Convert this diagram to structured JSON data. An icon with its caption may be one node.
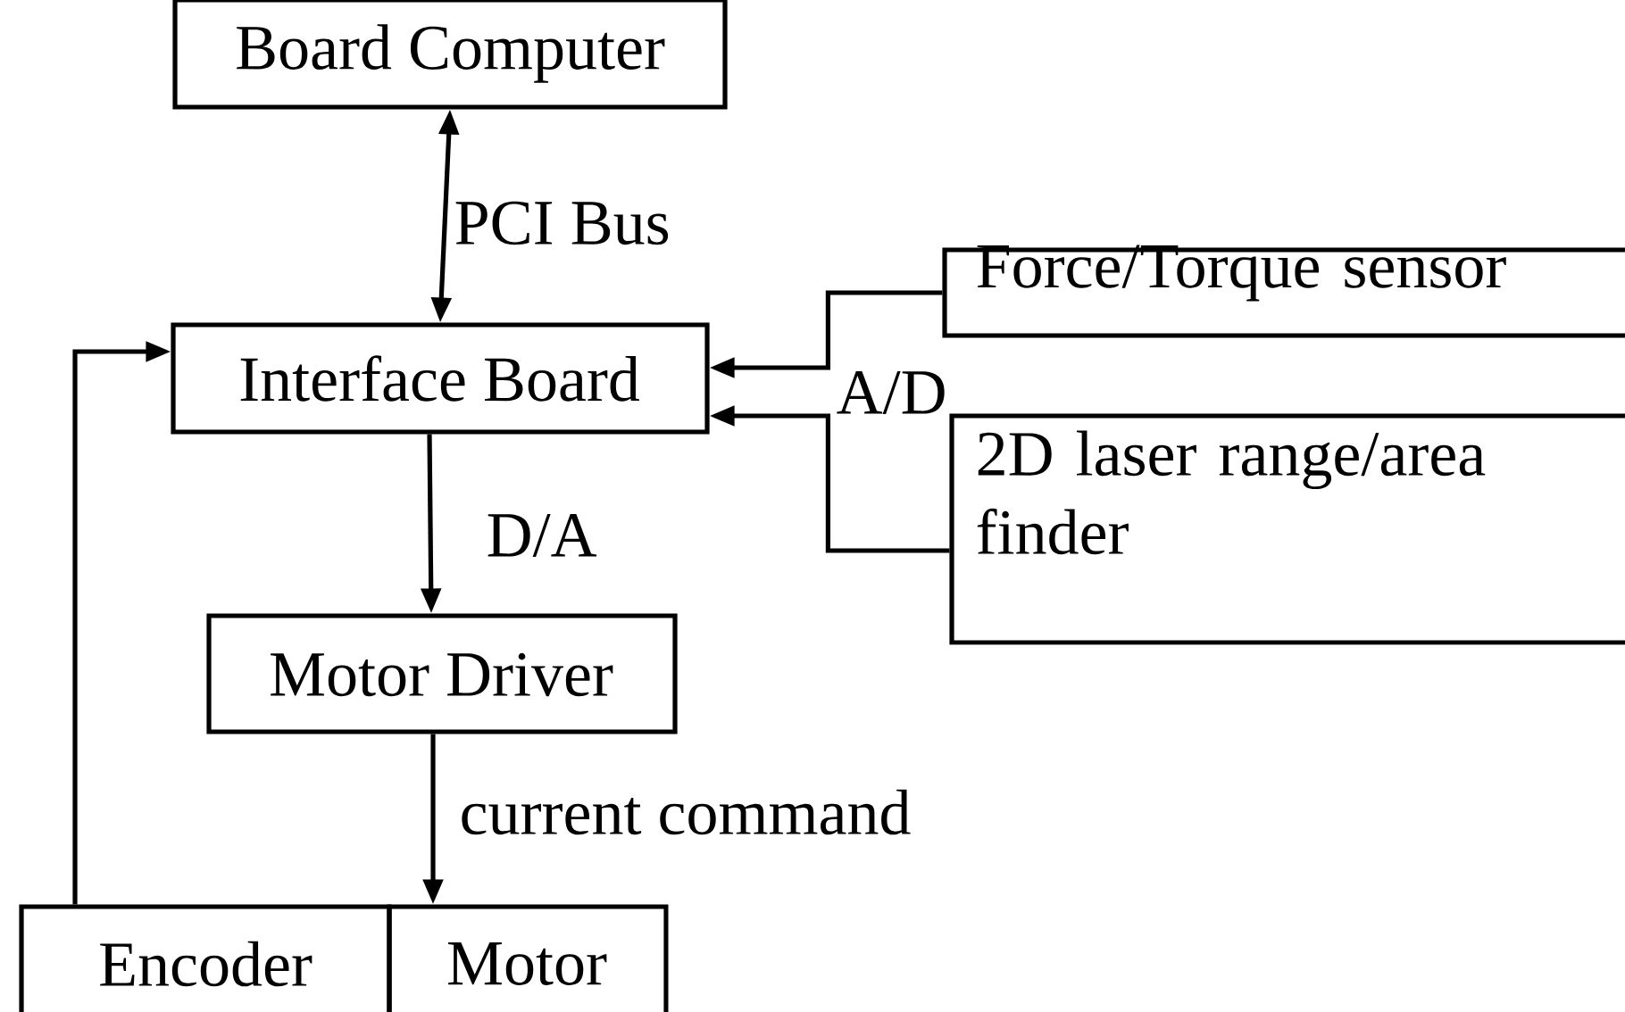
{
  "diagram": {
    "nodes": [
      {
        "text": [
          "Board Computer"
        ]
      },
      {
        "text": [
          "Interface Board"
        ]
      },
      {
        "text": [
          "Force/Torque sensor"
        ]
      },
      {
        "text": [
          "2D laser range/area finder"
        ]
      },
      {
        "text": [
          "Motor Driver"
        ]
      },
      {
        "text": [
          "Encoder"
        ]
      },
      {
        "text": [
          "Motor"
        ]
      }
    ],
    "edges": [
      {
        "from": 0,
        "to": 1,
        "arrow": "both",
        "label": "PCI Bus"
      },
      {
        "from": 2,
        "to": 1,
        "arrow": "to",
        "label": "A/D"
      },
      {
        "from": 3,
        "to": 1,
        "arrow": "to"
      },
      {
        "from": 1,
        "to": 4,
        "arrow": "to",
        "label": "D/A"
      },
      {
        "from": 4,
        "to": 6,
        "arrow": "to",
        "label": "current command"
      },
      {
        "from": 5,
        "to": 1,
        "arrow": "to"
      }
    ]
  }
}
